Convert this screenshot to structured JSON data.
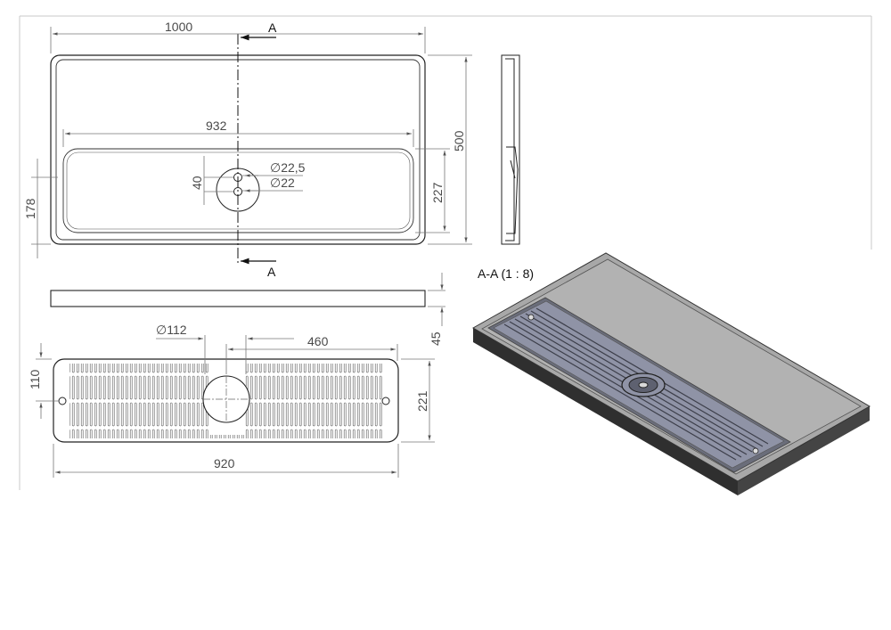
{
  "drawing": {
    "dimensions": {
      "overall_width": "1000",
      "overall_depth": "500",
      "recess_width": "932",
      "recess_depth": "227",
      "offset_178": "178",
      "offset_40": "40",
      "dia_outer": "∅22,5",
      "dia_inner": "∅22",
      "thickness": "45",
      "grate_hole_dia": "∅112",
      "grate_half": "460",
      "grate_height_110": "110",
      "grate_height_221": "221",
      "grate_length": "920"
    },
    "section_markers": {
      "top": "A",
      "bottom": "A"
    },
    "section_view_title": "A-A (1 : 8)"
  },
  "colors": {
    "line": "#1e1e1e",
    "dim_line": "#707070",
    "tray_top": "#a9a9a9",
    "tray_side": "#3a3a3a",
    "grate": "#8f93a6"
  }
}
